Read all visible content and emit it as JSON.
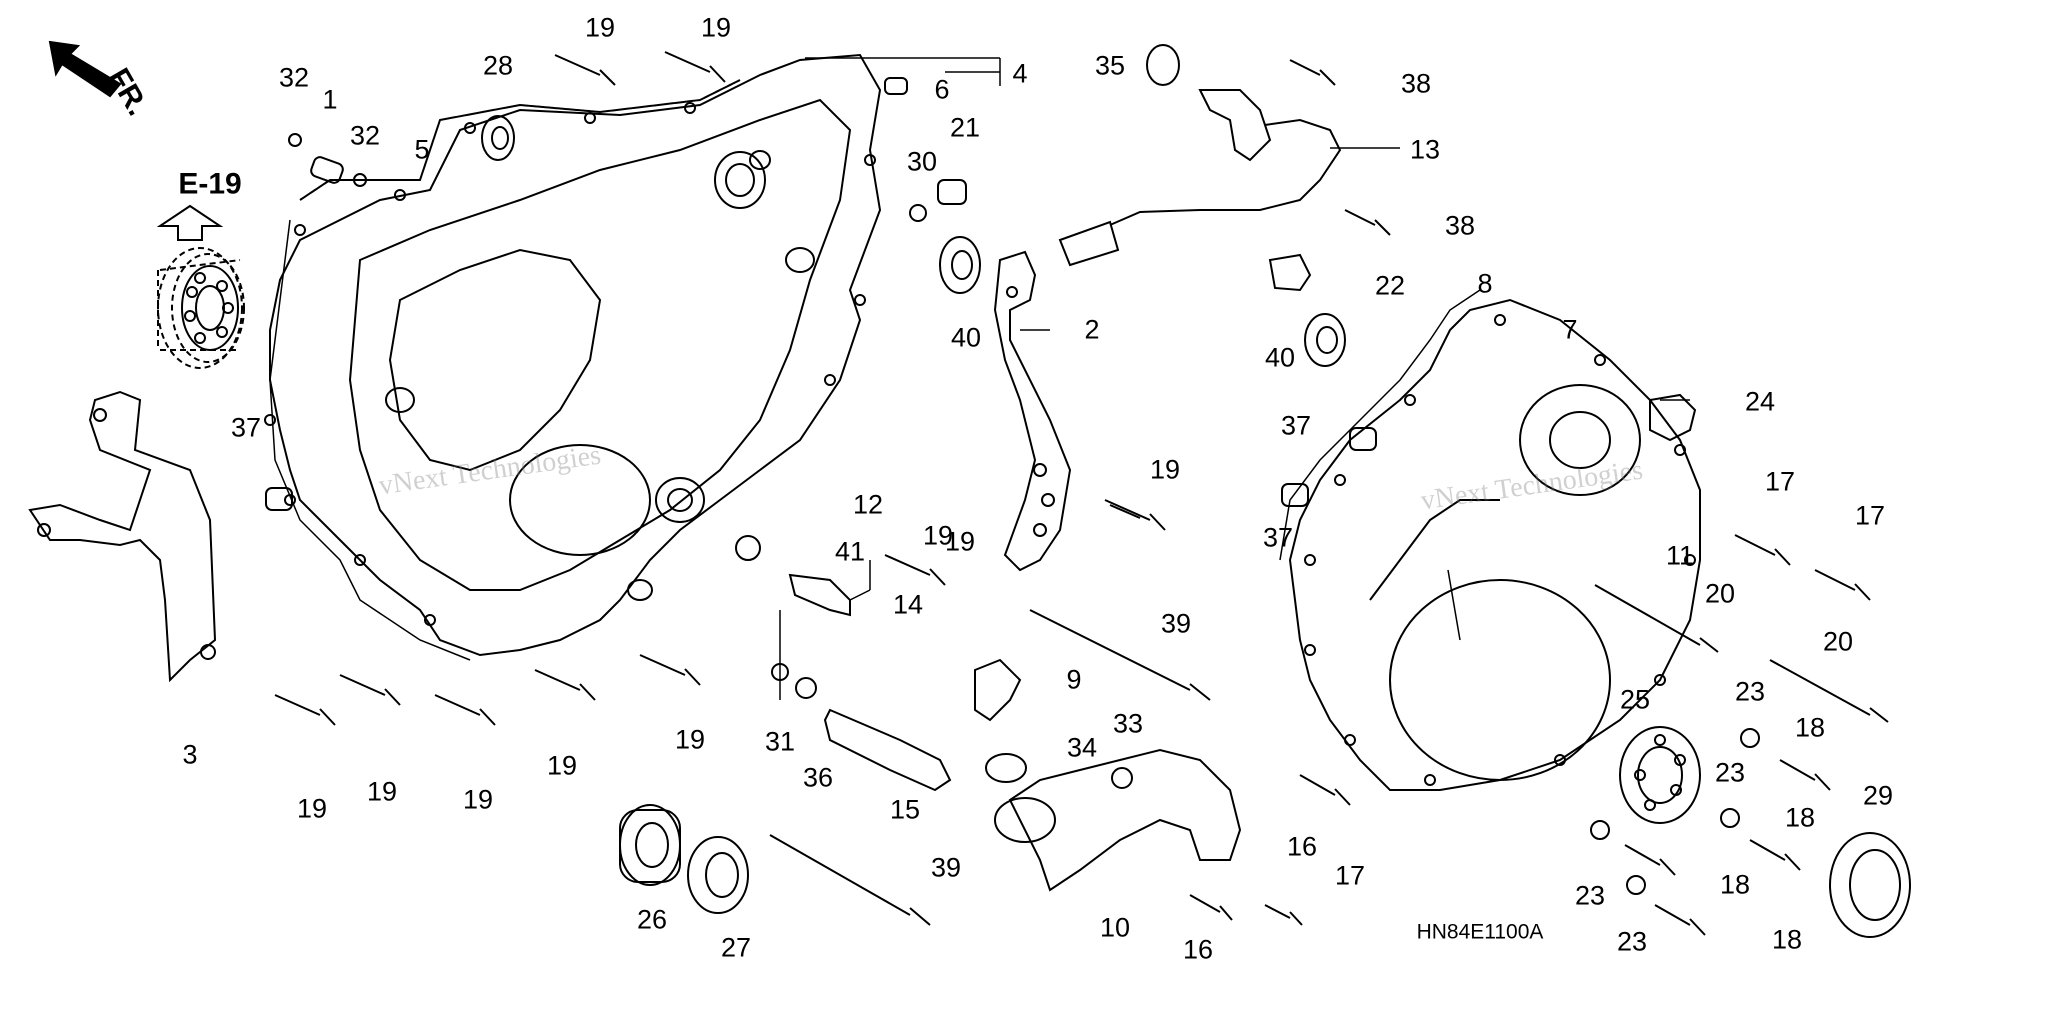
{
  "diagram": {
    "reference": "E-19",
    "direction_label": "FR.",
    "drawing_code": "HN84E1100A",
    "watermark": "vNext Technologies",
    "callouts": [
      {
        "id": "c1",
        "text": "1"
      },
      {
        "id": "c2",
        "text": "2"
      },
      {
        "id": "c3",
        "text": "3"
      },
      {
        "id": "c4",
        "text": "4"
      },
      {
        "id": "c5",
        "text": "5"
      },
      {
        "id": "c6",
        "text": "6"
      },
      {
        "id": "c7",
        "text": "7"
      },
      {
        "id": "c8",
        "text": "8"
      },
      {
        "id": "c9",
        "text": "9"
      },
      {
        "id": "c10",
        "text": "10"
      },
      {
        "id": "c11",
        "text": "11"
      },
      {
        "id": "c12",
        "text": "12"
      },
      {
        "id": "c13",
        "text": "13"
      },
      {
        "id": "c14",
        "text": "14"
      },
      {
        "id": "c15",
        "text": "15"
      },
      {
        "id": "c16a",
        "text": "16"
      },
      {
        "id": "c16b",
        "text": "16"
      },
      {
        "id": "c17a",
        "text": "17"
      },
      {
        "id": "c17b",
        "text": "17"
      },
      {
        "id": "c17c",
        "text": "17"
      },
      {
        "id": "c18a",
        "text": "18"
      },
      {
        "id": "c18b",
        "text": "18"
      },
      {
        "id": "c18c",
        "text": "18"
      },
      {
        "id": "c18d",
        "text": "18"
      },
      {
        "id": "c19a",
        "text": "19"
      },
      {
        "id": "c19b",
        "text": "19"
      },
      {
        "id": "c19c",
        "text": "19"
      },
      {
        "id": "c19d",
        "text": "19"
      },
      {
        "id": "c19e",
        "text": "19"
      },
      {
        "id": "c19f",
        "text": "19"
      },
      {
        "id": "c19g",
        "text": "19"
      },
      {
        "id": "c19h",
        "text": "19"
      },
      {
        "id": "c19i",
        "text": "19"
      },
      {
        "id": "c19j",
        "text": "19"
      },
      {
        "id": "c20a",
        "text": "20"
      },
      {
        "id": "c20b",
        "text": "20"
      },
      {
        "id": "c21",
        "text": "21"
      },
      {
        "id": "c22",
        "text": "22"
      },
      {
        "id": "c23a",
        "text": "23"
      },
      {
        "id": "c23b",
        "text": "23"
      },
      {
        "id": "c23c",
        "text": "23"
      },
      {
        "id": "c23d",
        "text": "23"
      },
      {
        "id": "c24",
        "text": "24"
      },
      {
        "id": "c25",
        "text": "25"
      },
      {
        "id": "c26",
        "text": "26"
      },
      {
        "id": "c27",
        "text": "27"
      },
      {
        "id": "c28",
        "text": "28"
      },
      {
        "id": "c29",
        "text": "29"
      },
      {
        "id": "c30",
        "text": "30"
      },
      {
        "id": "c31",
        "text": "31"
      },
      {
        "id": "c32a",
        "text": "32"
      },
      {
        "id": "c32b",
        "text": "32"
      },
      {
        "id": "c33",
        "text": "33"
      },
      {
        "id": "c34",
        "text": "34"
      },
      {
        "id": "c35",
        "text": "35"
      },
      {
        "id": "c36",
        "text": "36"
      },
      {
        "id": "c37a",
        "text": "37"
      },
      {
        "id": "c37b",
        "text": "37"
      },
      {
        "id": "c37c",
        "text": "37"
      },
      {
        "id": "c38a",
        "text": "38"
      },
      {
        "id": "c38b",
        "text": "38"
      },
      {
        "id": "c39a",
        "text": "39"
      },
      {
        "id": "c39b",
        "text": "39"
      },
      {
        "id": "c40a",
        "text": "40"
      },
      {
        "id": "c40b",
        "text": "40"
      },
      {
        "id": "c41",
        "text": "41"
      }
    ]
  }
}
